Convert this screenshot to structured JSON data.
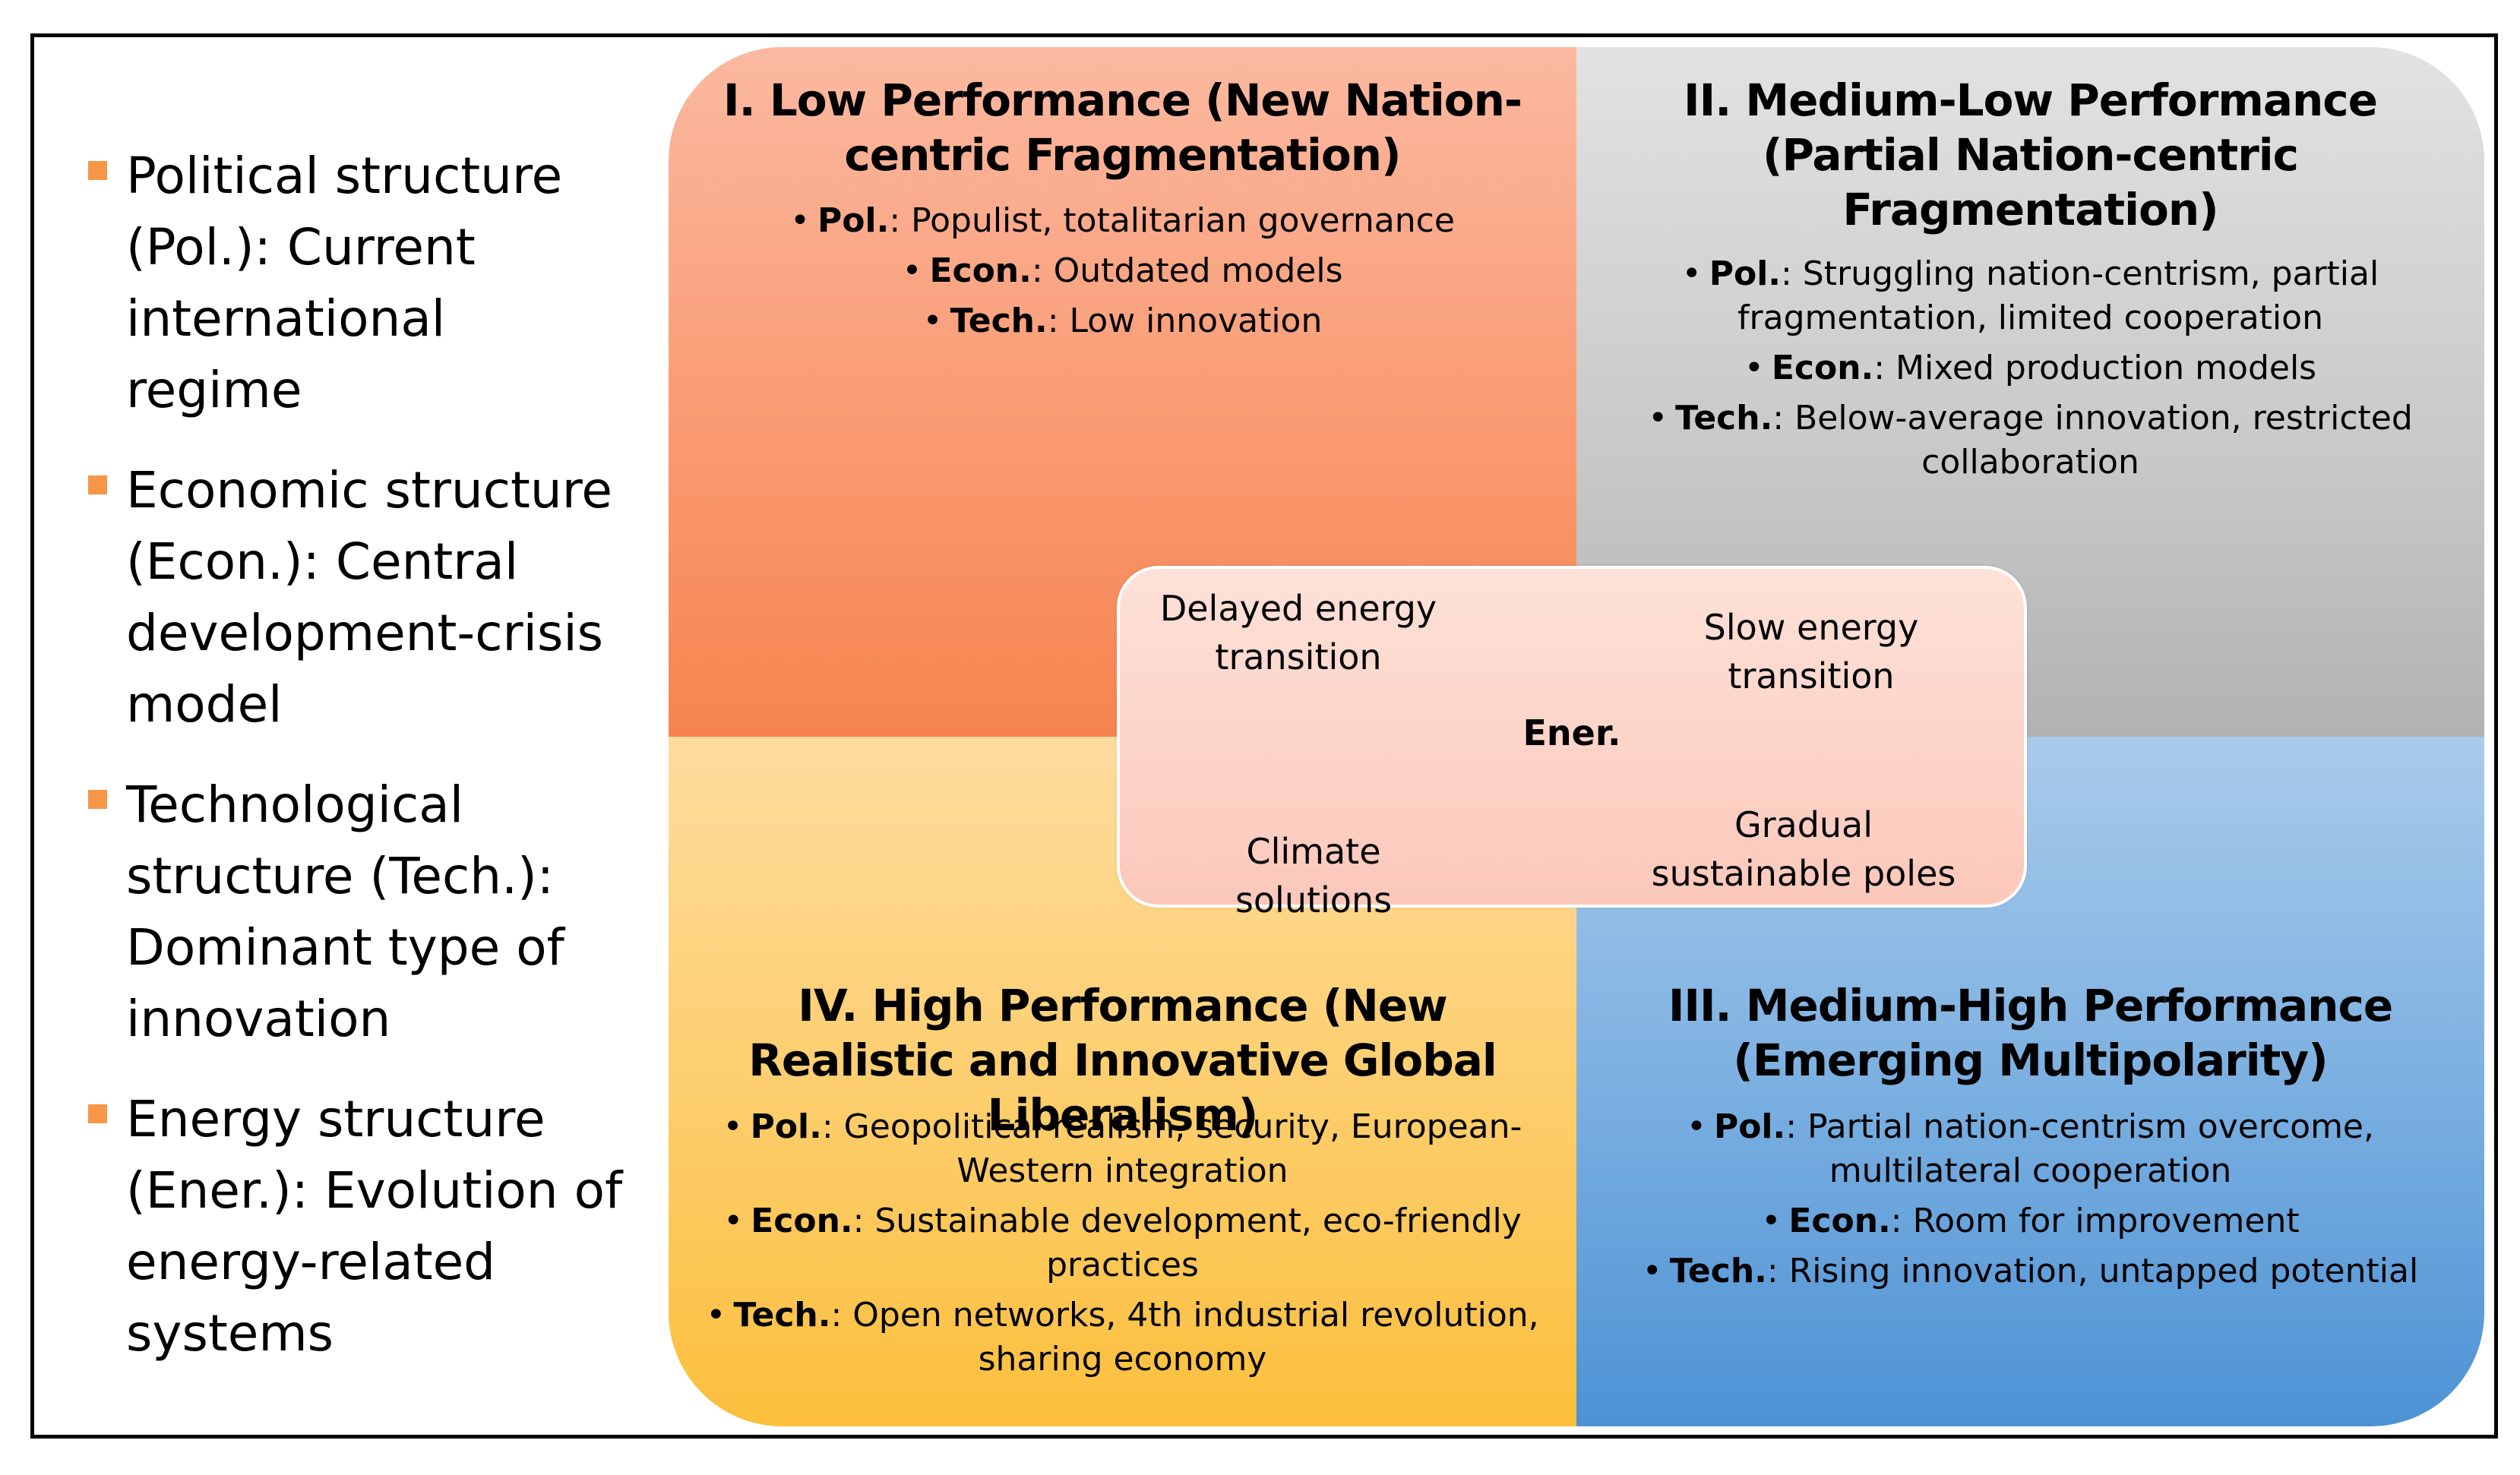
{
  "legend": [
    {
      "text": "Political structure (Pol.): Current international regime"
    },
    {
      "text": "Economic structure (Econ.): Central development-crisis model"
    },
    {
      "text": "Technological structure (Tech.): Dominant type of innovation"
    },
    {
      "text": "Energy structure (Ener.): Evolution of energy-related systems"
    }
  ],
  "quadrants": {
    "q1": {
      "title": "I. Low Performance (New Nation-centric Fragmentation)",
      "items": [
        {
          "key": "Pol.",
          "text": ": Populist, totalitarian governance"
        },
        {
          "key": "Econ.",
          "text": ": Outdated models"
        },
        {
          "key": "Tech.",
          "text": ": Low innovation"
        }
      ]
    },
    "q2": {
      "title": "II. Medium-Low Performance (Partial Nation-centric Fragmentation)",
      "items": [
        {
          "key": "Pol.",
          "text": ": Struggling nation-centrism, partial fragmentation, limited cooperation"
        },
        {
          "key": "Econ.",
          "text": ": Mixed production models"
        },
        {
          "key": "Tech.",
          "text": ": Below-average innovation, restricted collaboration"
        }
      ]
    },
    "q3": {
      "title": "III. Medium-High Performance (Emerging Multipolarity)",
      "items": [
        {
          "key": "Pol.",
          "text": ": Partial nation-centrism overcome, multilateral cooperation"
        },
        {
          "key": "Econ.",
          "text": ": Room for improvement"
        },
        {
          "key": "Tech.",
          "text": ": Rising innovation, untapped potential"
        }
      ]
    },
    "q4": {
      "title": "IV. High Performance (New Realistic and Innovative Global Liberalism)",
      "items": [
        {
          "key": "Pol.",
          "text": ": Geopolitical realism, security, European-Western integration"
        },
        {
          "key": "Econ.",
          "text": ": Sustainable development, eco-friendly practices"
        },
        {
          "key": "Tech.",
          "text": ": Open networks, 4th industrial revolution, sharing economy"
        }
      ]
    }
  },
  "energy": {
    "center": "Ener.",
    "top_left": "Delayed energy transition",
    "top_right": "Slow energy transition",
    "bottom_left": "Climate solutions",
    "bottom_right": "Gradual sustainable poles"
  },
  "colors": {
    "bullet": "#f79646",
    "q1": "#f7844f",
    "q2": "#b2b2b2",
    "q3": "#4d92d4",
    "q4": "#fbbf3c",
    "energy_box": "#fcd3c7"
  }
}
